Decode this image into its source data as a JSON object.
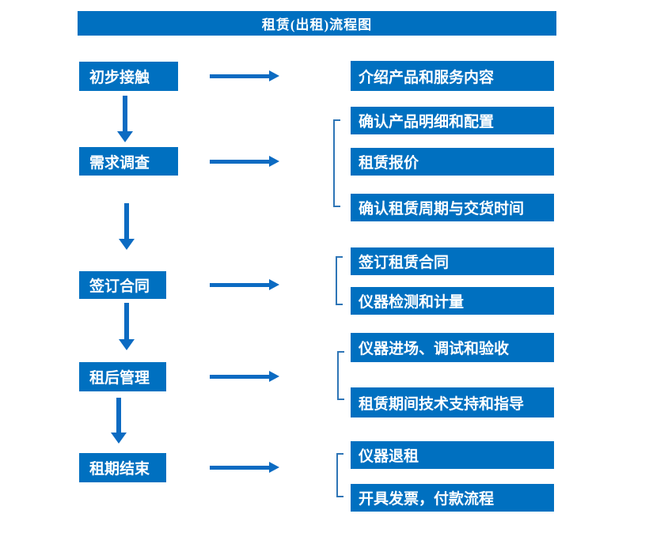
{
  "title": "租赁(出租)流程图",
  "colors": {
    "box_fill": "#0070C0",
    "arrow": "#0C6BC2",
    "bracket": "#2E75B6",
    "box_text": "#FFFFFF",
    "background": "#FFFFFF"
  },
  "stages": [
    {
      "label": "初步接触",
      "details": [
        "介绍产品和服务内容"
      ]
    },
    {
      "label": "需求调查",
      "details": [
        "确认产品明细和配置",
        "租赁报价",
        "确认租赁周期与交货时间"
      ]
    },
    {
      "label": "签订合同",
      "details": [
        "签订租赁合同",
        "仪器检测和计量"
      ]
    },
    {
      "label": "租后管理",
      "details": [
        "仪器进场、调试和验收",
        "租赁期间技术支持和指导"
      ]
    },
    {
      "label": "租期结束",
      "details": [
        "仪器退租",
        "开具发票，付款流程"
      ]
    }
  ]
}
